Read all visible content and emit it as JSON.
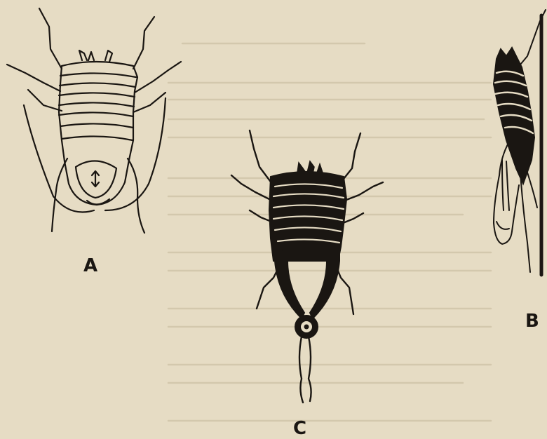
{
  "figure": {
    "panels": [
      {
        "id": "A",
        "label": "A"
      },
      {
        "id": "B",
        "label": "B"
      },
      {
        "id": "C",
        "label": "C"
      }
    ],
    "colors": {
      "paper": "#e6dcc4",
      "ink": "#1a1612",
      "show_through": "#d3c8ad"
    }
  }
}
